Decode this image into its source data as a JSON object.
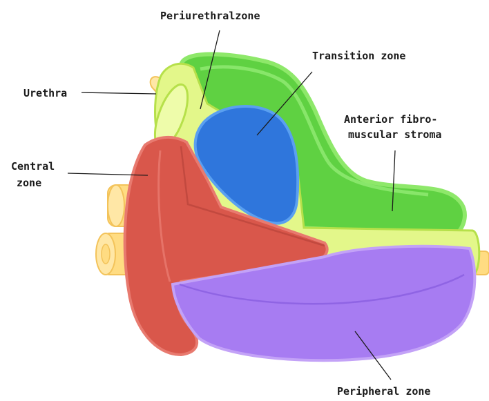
{
  "labels": {
    "periurethral": "Periurethralzone",
    "transition": "Transition zone",
    "urethra": "Urethra",
    "anterior_line1": "Anterior fibro-",
    "anterior_line2": "muscular stroma",
    "central_line1": "Central",
    "central_line2": "zone",
    "peripheral": "Peripheral zone"
  },
  "colors": {
    "background": "#ffffff",
    "anterior_stroma": "#5fd142",
    "periurethral_zone": "#e3f78a",
    "transition_zone": "#2f76dc",
    "central_zone": "#d9574b",
    "peripheral_zone": "#a77cf2",
    "urethra": "#ffdc82",
    "leader_lines": "#1a1a1a"
  }
}
